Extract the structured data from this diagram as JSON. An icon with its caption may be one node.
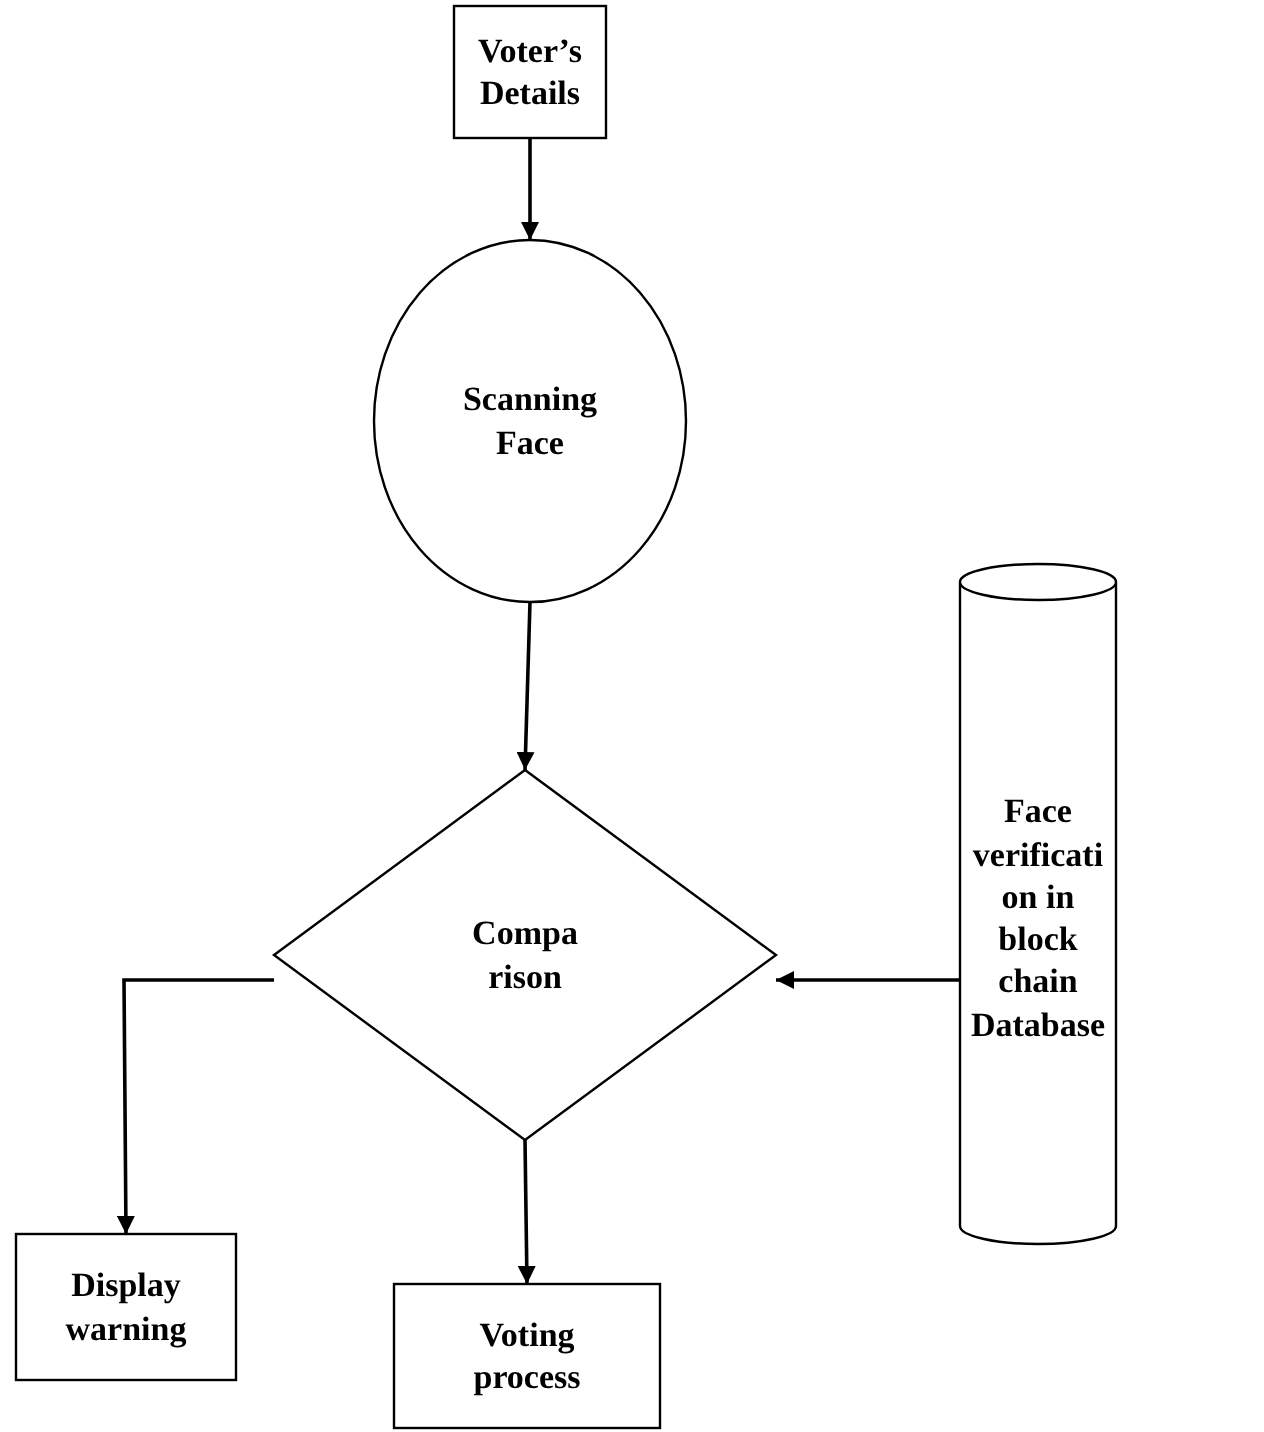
{
  "diagram": {
    "nodes": [
      {
        "text": [
          "Voter’s Details"
        ]
      },
      {
        "text": [
          "Scanning Face"
        ]
      },
      {
        "text": [
          "Compa rison"
        ]
      },
      {
        "text": [
          "Face verificati on in block chain Database"
        ]
      },
      {
        "text": [
          "Display warning"
        ]
      },
      {
        "text": [
          "Voting process"
        ]
      }
    ],
    "edges": [
      {
        "from": 0,
        "to": 1,
        "arrow": "to"
      },
      {
        "from": 1,
        "to": 2,
        "arrow": "to"
      },
      {
        "from": 3,
        "to": 2,
        "arrow": "to"
      },
      {
        "from": 2,
        "to": 4,
        "arrow": "to"
      },
      {
        "from": 2,
        "to": 5,
        "arrow": "to"
      }
    ]
  }
}
